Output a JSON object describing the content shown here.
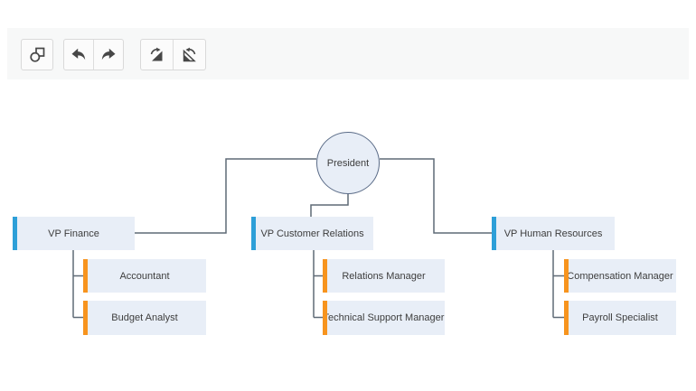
{
  "toolbar": {
    "background": "#f7f8f8",
    "buttons": [
      {
        "id": "shapes",
        "icon": "shapes-icon"
      },
      {
        "id": "undo",
        "icon": "undo-icon"
      },
      {
        "id": "redo",
        "icon": "redo-icon"
      },
      {
        "id": "rotate-clockwise",
        "icon": "rotate-clockwise-icon"
      },
      {
        "id": "rotate-counterclockwise",
        "icon": "rotate-counterclockwise-icon"
      }
    ]
  },
  "colors": {
    "node_fill": "#e8eef7",
    "circle_border": "#5a6b87",
    "connector_line": "#5f6a76",
    "accent_blue": "#2d9fd8",
    "accent_orange": "#f7941e",
    "label_text": "#3d3d3d",
    "toolbar_background": "#f7f8f8",
    "button_background": "#fbfbfb",
    "button_border": "#d9d9d9",
    "icon_color": "#474747"
  },
  "org_chart": {
    "nodes": {
      "president": {
        "label": "President",
        "shape": "circle"
      },
      "vp_finance": {
        "label": "VP Finance",
        "accent": "blue",
        "parent": "president"
      },
      "vp_customer_relations": {
        "label": "VP Customer Relations",
        "accent": "blue",
        "parent": "president"
      },
      "vp_human_resources": {
        "label": "VP Human Resources",
        "accent": "blue",
        "parent": "president"
      },
      "accountant": {
        "label": "Accountant",
        "accent": "orange",
        "parent": "vp_finance"
      },
      "budget_analyst": {
        "label": "Budget Analyst",
        "accent": "orange",
        "parent": "vp_finance"
      },
      "relations_manager": {
        "label": "Relations Manager",
        "accent": "orange",
        "parent": "vp_customer_relations"
      },
      "technical_support_manager": {
        "label": "Technical Support Manager",
        "accent": "orange",
        "parent": "vp_customer_relations"
      },
      "compensation_manager": {
        "label": "Compensation Manager",
        "accent": "orange",
        "parent": "vp_human_resources"
      },
      "payroll_specialist": {
        "label": "Payroll Specialist",
        "accent": "orange",
        "parent": "vp_human_resources"
      }
    }
  }
}
